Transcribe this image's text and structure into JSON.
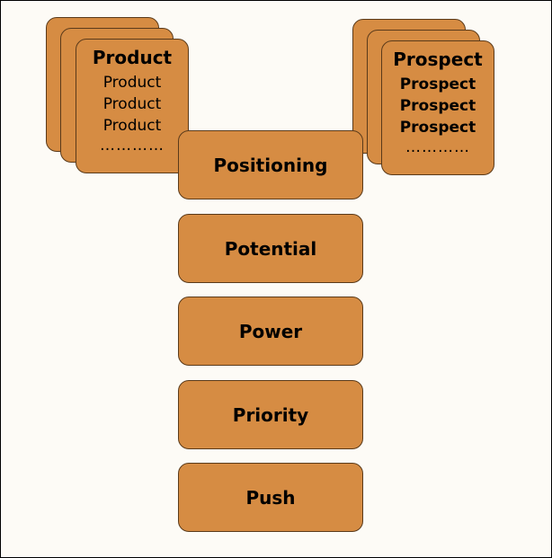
{
  "product": {
    "title": "Product",
    "items": [
      "Product",
      "Product",
      "Product"
    ],
    "ellipsis": "…………"
  },
  "prospect": {
    "title": "Prospect",
    "items": [
      "Prospect",
      "Prospect",
      "Prospect"
    ],
    "ellipsis": "…………"
  },
  "steps": [
    "Positioning",
    "Potential",
    "Power",
    "Priority",
    "Push"
  ],
  "colors": {
    "box_fill": "#d68c43",
    "box_border": "#5a3a1a",
    "background": "#fdfbf6"
  }
}
